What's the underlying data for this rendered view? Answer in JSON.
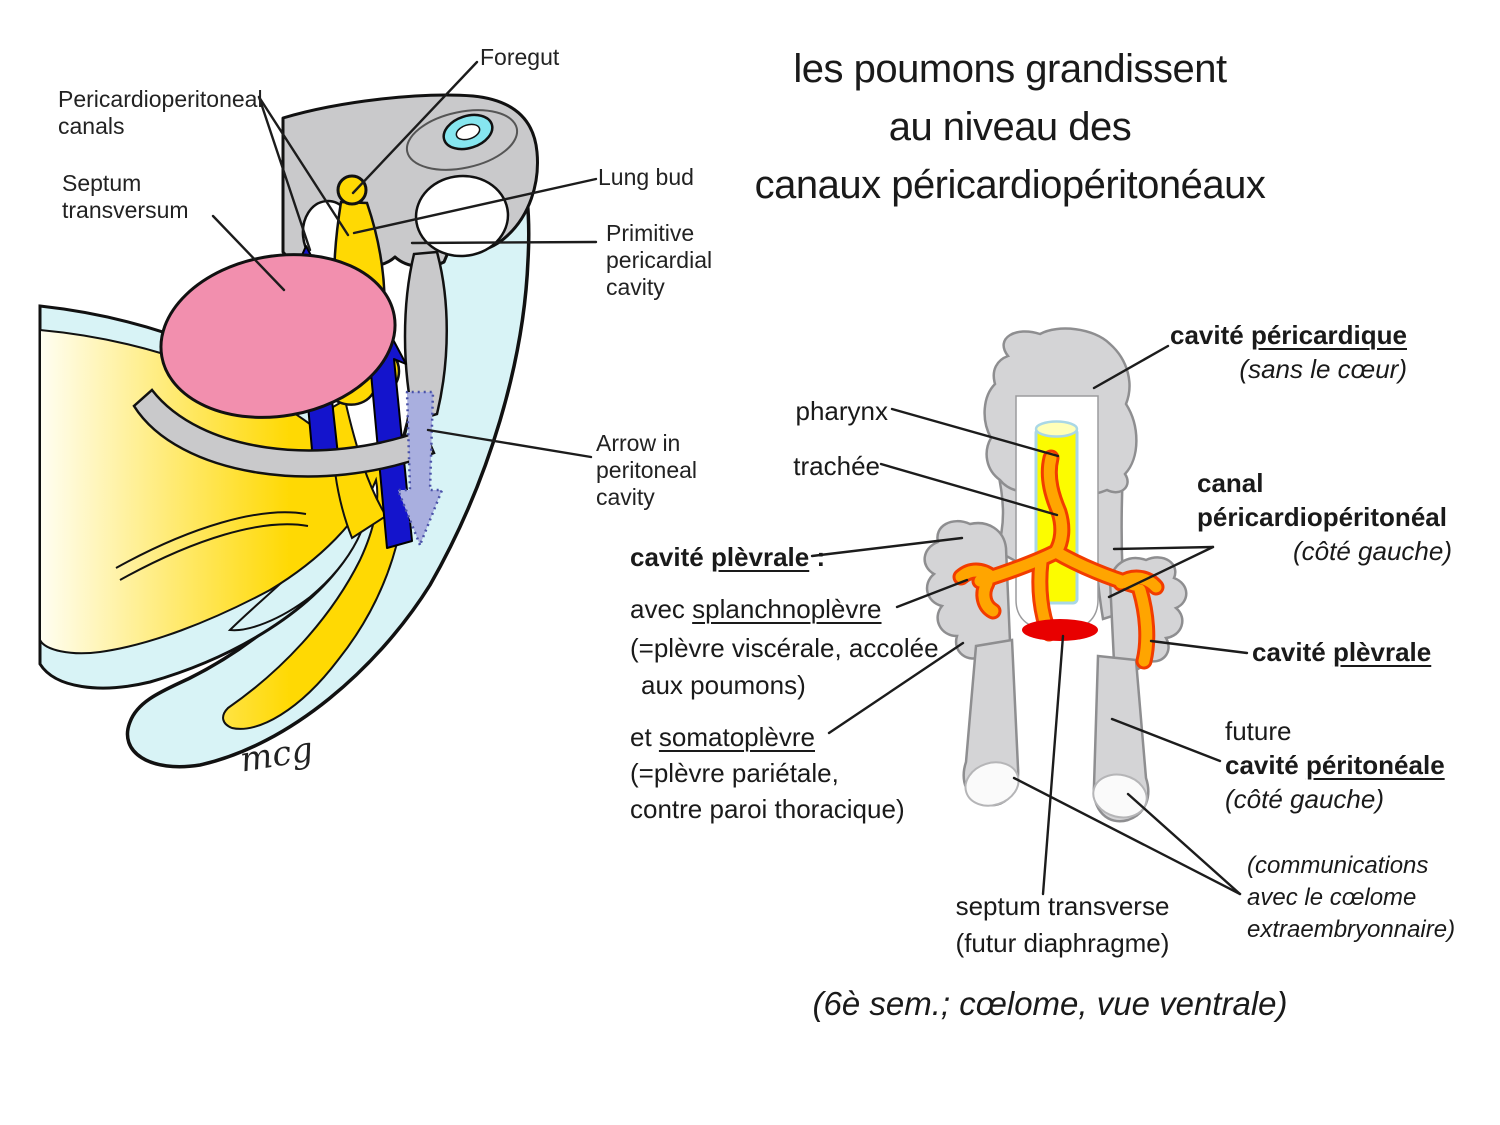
{
  "title": {
    "line1": "les poumons grandissent",
    "line2": "au niveau des",
    "line3": "canaux péricardiopéritonéaux"
  },
  "caption": "(6è sem.; cœlome, vue ventrale)",
  "left_figure": {
    "labels": {
      "canals_line1": "Pericardioperitoneal",
      "canals_line2": "canals",
      "septum_line1": "Septum",
      "septum_line2": "transversum",
      "foregut": "Foregut",
      "lung_bud": "Lung bud",
      "primitive_line1": "Primitive",
      "primitive_line2": "pericardial",
      "primitive_line3": "cavity",
      "arrow_line1": "Arrow in",
      "arrow_line2": "peritoneal",
      "arrow_line3": "cavity"
    },
    "signature": "mcg"
  },
  "right_figure": {
    "labels": {
      "pharynx": "pharynx",
      "trachee": "trachée",
      "cavite_plevrale_left": {
        "pre": "cavité ",
        "u": "plèvrale",
        "post": " :"
      },
      "splanchno": {
        "pre": "avec ",
        "u": "splanchnoplèvre",
        "post": ""
      },
      "splanchno_note1": "(=plèvre viscérale, accolée",
      "splanchno_note2": "aux poumons)",
      "somato": {
        "pre": "et ",
        "u": "somatoplèvre",
        "post": ""
      },
      "somato_note1": "(=plèvre pariétale,",
      "somato_note2": "contre paroi thoracique)",
      "pericardique": {
        "pre": "cavité ",
        "u": "péricardique",
        "post": ""
      },
      "pericardique_note": "(sans le cœur)",
      "canal_line1": "canal",
      "canal_line2": "péricardiopéritonéal",
      "canal_note": "(côté gauche)",
      "plevrale_right": {
        "pre": "cavité ",
        "u": "plèvrale",
        "post": ""
      },
      "future": "future",
      "peritoneale": {
        "pre": "cavité ",
        "u": "péritonéale",
        "post": ""
      },
      "peritoneale_note": "(côté gauche)",
      "communications_line1": "(communications",
      "communications_line2": "avec le cœlome",
      "communications_line3": "extraembryonnaire)",
      "septum_transverse_line1": "septum transverse",
      "septum_transverse_line2": "(futur diaphragme)"
    }
  },
  "colors": {
    "background": "#FFFFFF",
    "body_cyan": "#D8F3F6",
    "yolk_yellow": "#FFD903",
    "septum_pink": "#F28FAE",
    "wall_gray": "#C9C9CB",
    "arrow_blue": "#1414CC",
    "peritoneal_arrow_lavender": "#A9AFDF",
    "right_gray": "#D4D4D6",
    "trachea_yellow": "#FCFC00",
    "bronchi_orange": "#FFA500",
    "bronchi_outline": "#F23C00",
    "septum_red": "#E80000",
    "neural_ring_cyan": "#86E6EF",
    "text": "#1A1A1A"
  }
}
